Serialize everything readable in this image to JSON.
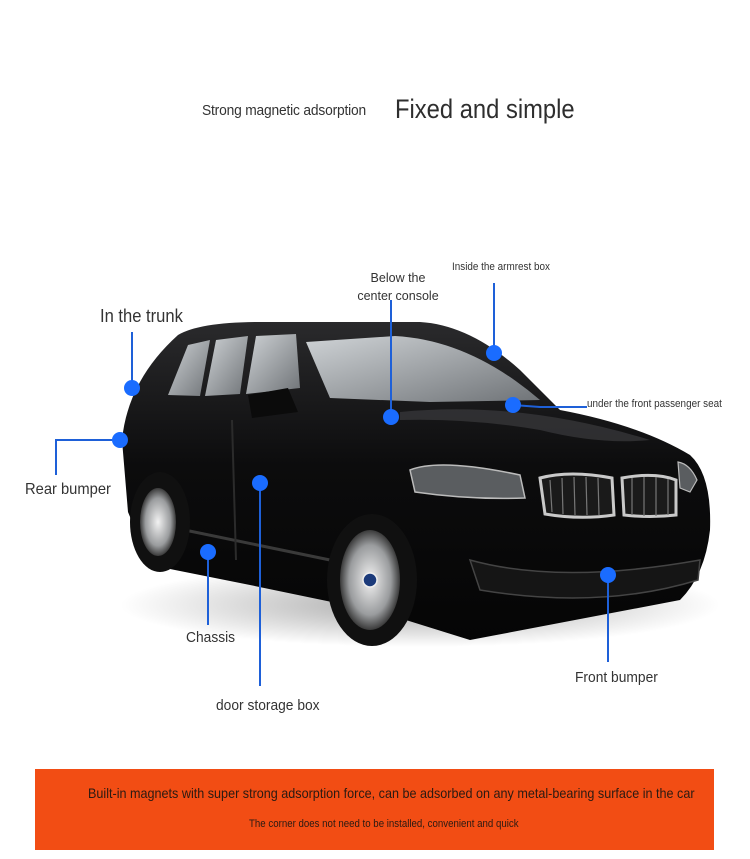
{
  "header": {
    "subtitle": "Strong magnetic adsorption",
    "title": "Fixed and simple"
  },
  "labels": {
    "trunk": "In the trunk",
    "center_console": "Below the center console",
    "armrest": "Inside the armrest box",
    "passenger_seat": "under the front passenger seat",
    "rear_bumper": "Rear bumper",
    "chassis": "Chassis",
    "front_bumper": "Front bumper",
    "door_box": "door storage box"
  },
  "banner": {
    "line1": "Built-in magnets with super strong adsorption force, can be adsorbed on any metal-bearing surface in the car",
    "line2": "The corner does not need to be installed, convenient and quick"
  },
  "colors": {
    "accent_dot": "#1a6cff",
    "leader_line": "#1e60d8",
    "banner_bg": "#f24d14"
  }
}
